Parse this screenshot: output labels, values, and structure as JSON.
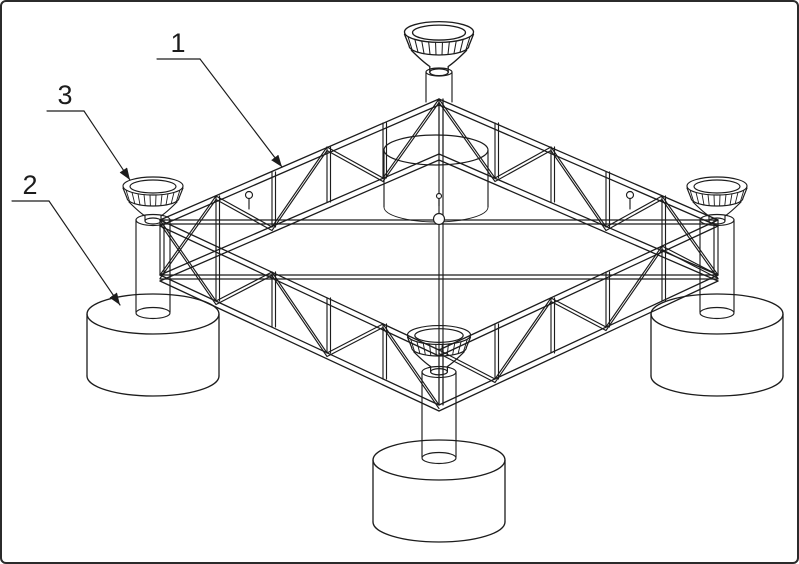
{
  "figure": {
    "background_color": "#ffffff",
    "line_color": "#1c1c1c",
    "frame_border_color": "#2b2b2b",
    "callouts": [
      {
        "label": "1"
      },
      {
        "label": "2"
      },
      {
        "label": "3"
      }
    ]
  }
}
